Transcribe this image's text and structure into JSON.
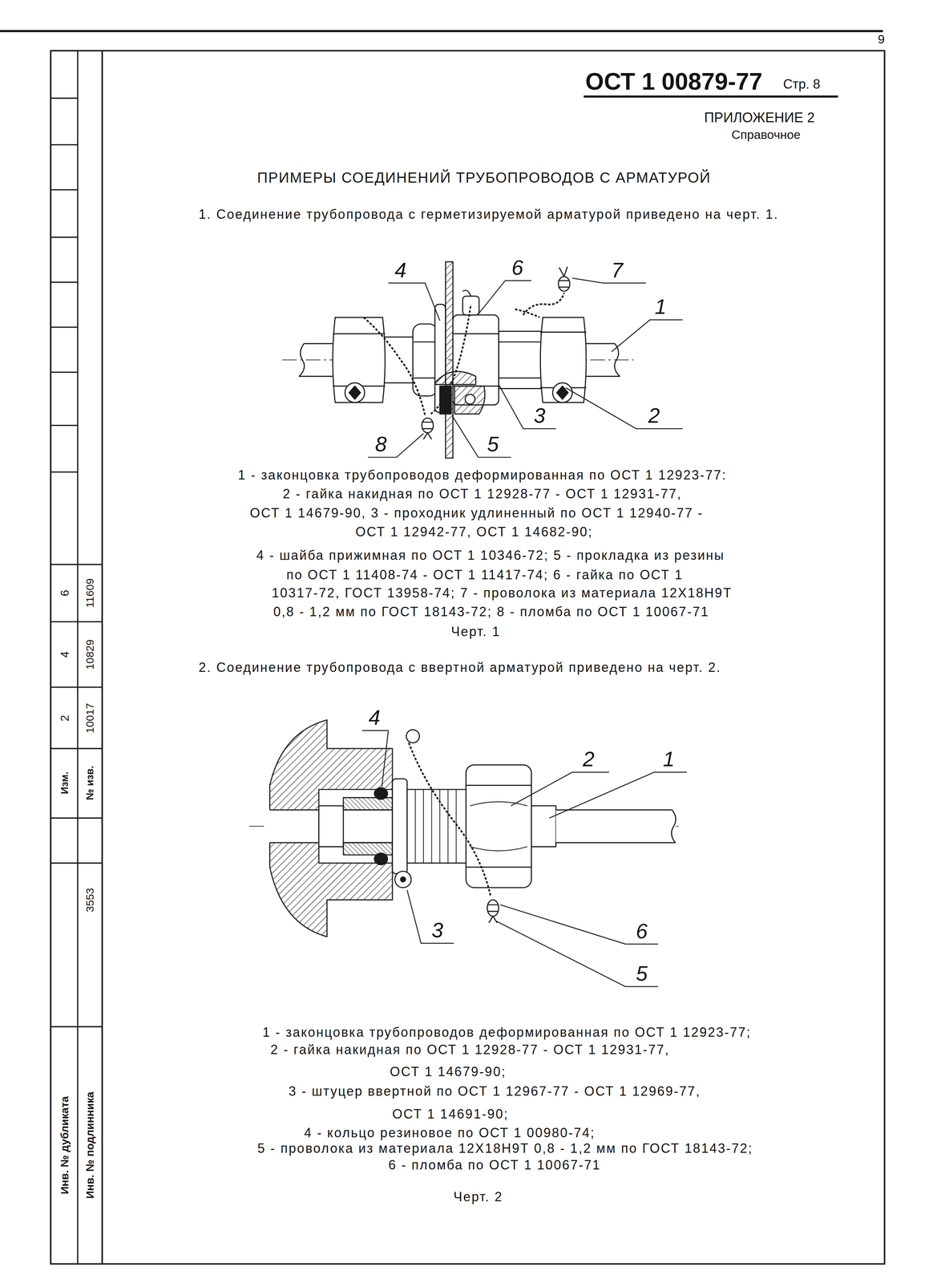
{
  "diagram": {
    "title": "ПРИМЕРЫ СОЕДИНЕНИЙ ТРУБОПРОВОДОВ С АРМАТУРОЙ",
    "labels": [
      "9",
      "ОСТ 1 00879-77",
      "Стр. 8",
      "ПРИЛОЖЕНИЕ 2",
      "Справочное",
      "1. Соединение трубопровода с герметизируемой арматурой приведено на черт. 1.",
      "4",
      "6",
      "7",
      "1",
      "3",
      "2",
      "8",
      "5",
      "1 - законцовка трубопроводов деформированная по ОСТ 1 12923-77:",
      "2 - гайка накидная по ОСТ 1 12928-77 - ОСТ 1 12931-77,",
      "ОСТ 1 14679-90, 3 - проходник удлиненный по ОСТ 1 12940-77 -",
      "ОСТ 1 12942-77, ОСТ 1 14682-90;",
      "4 - шайба прижимная по ОСТ 1 10346-72; 5 - прокладка из резины",
      "по ОСТ 1 11408-74 - ОСТ 1 11417-74; 6 - гайка по ОСТ 1",
      "10317-72, ГОСТ 13958-74; 7 - проволока из материала 12Х18Н9Т",
      "0,8 - 1,2 мм по ГОСТ 18143-72; 8 - пломба по ОСТ 1 10067-71",
      "Черт. 1",
      "2. Соединение трубопровода с ввертной арматурой приведено на черт. 2.",
      "4",
      "2",
      "1",
      "3",
      "6",
      "5",
      "1 - законцовка трубопроводов деформированная по ОСТ 1 12923-77;",
      "2 - гайка накидная по ОСТ 1 12928-77 - ОСТ 1 12931-77,",
      "ОСТ 1 14679-90;",
      "3 - штуцер ввертной по ОСТ 1 12967-77 - ОСТ 1 12969-77,",
      "ОСТ 1 14691-90;",
      "4 - кольцо резиновое по ОСТ 1 00980-74;",
      "5 - проволока из материала 12Х18Н9Т 0,8 - 1,2 мм по ГОСТ 18143-72;",
      "6 - пломба по ОСТ 1 10067-71",
      "Черт. 2",
      "6",
      "11609",
      "4",
      "10829",
      "2",
      "10017",
      "Изм.",
      "№ изв.",
      "3553",
      "Инв. № дубликата",
      "Инв. № подлинника"
    ]
  }
}
